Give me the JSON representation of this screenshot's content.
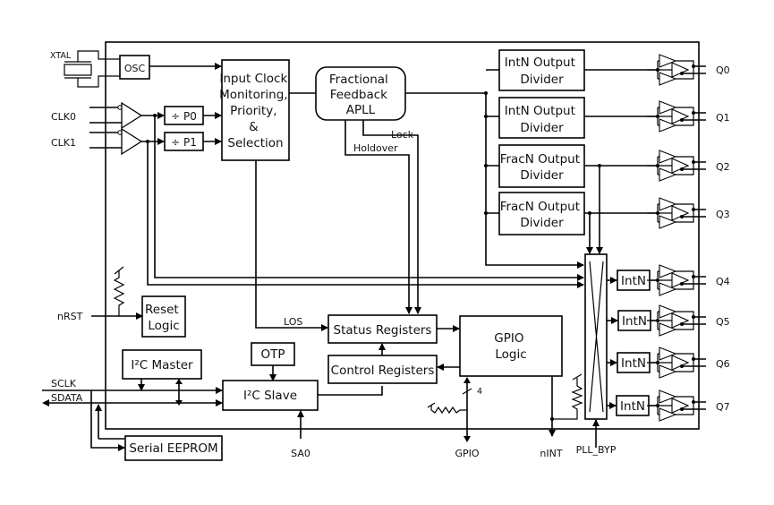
{
  "diagram": {
    "blocks": {
      "osc": "OSC",
      "div_p0": "÷ P0",
      "div_p1": "÷ P1",
      "input_clock": [
        "Input Clock",
        "Monitoring,",
        "Priority,",
        "&",
        "Selection"
      ],
      "apll": [
        "Fractional",
        "Feedback",
        "APLL"
      ],
      "out_div_0": [
        "IntN Output",
        "Divider"
      ],
      "out_div_1": [
        "IntN Output",
        "Divider"
      ],
      "out_div_2": [
        "FracN Output",
        "Divider"
      ],
      "out_div_3": [
        "FracN Output",
        "Divider"
      ],
      "intn_4": "IntN",
      "intn_5": "IntN",
      "intn_6": "IntN",
      "intn_7": "IntN",
      "reset_logic": [
        "Reset",
        "Logic"
      ],
      "status_registers": "Status Registers",
      "control_registers": "Control Registers",
      "gpio_logic": [
        "GPIO",
        "Logic"
      ],
      "otp": "OTP",
      "i2c_master": "I²C Master",
      "i2c_slave": "I²C Slave",
      "serial_eeprom": "Serial EEPROM"
    },
    "signals": {
      "xtal": "XTAL",
      "clk0": "CLK0",
      "clk1": "CLK1",
      "nrst": "nRST",
      "sclk": "SCLK",
      "sdata": "SDATA",
      "sa0": "SA0",
      "gpio": "GPIO",
      "gpio_width": "4",
      "nint": "nINT",
      "pll_byp": "PLL_BYP",
      "lock": "Lock",
      "holdover": "Holdover",
      "los": "LOS"
    },
    "outputs": [
      "Q0",
      "Q1",
      "Q2",
      "Q3",
      "Q4",
      "Q5",
      "Q6",
      "Q7"
    ]
  }
}
